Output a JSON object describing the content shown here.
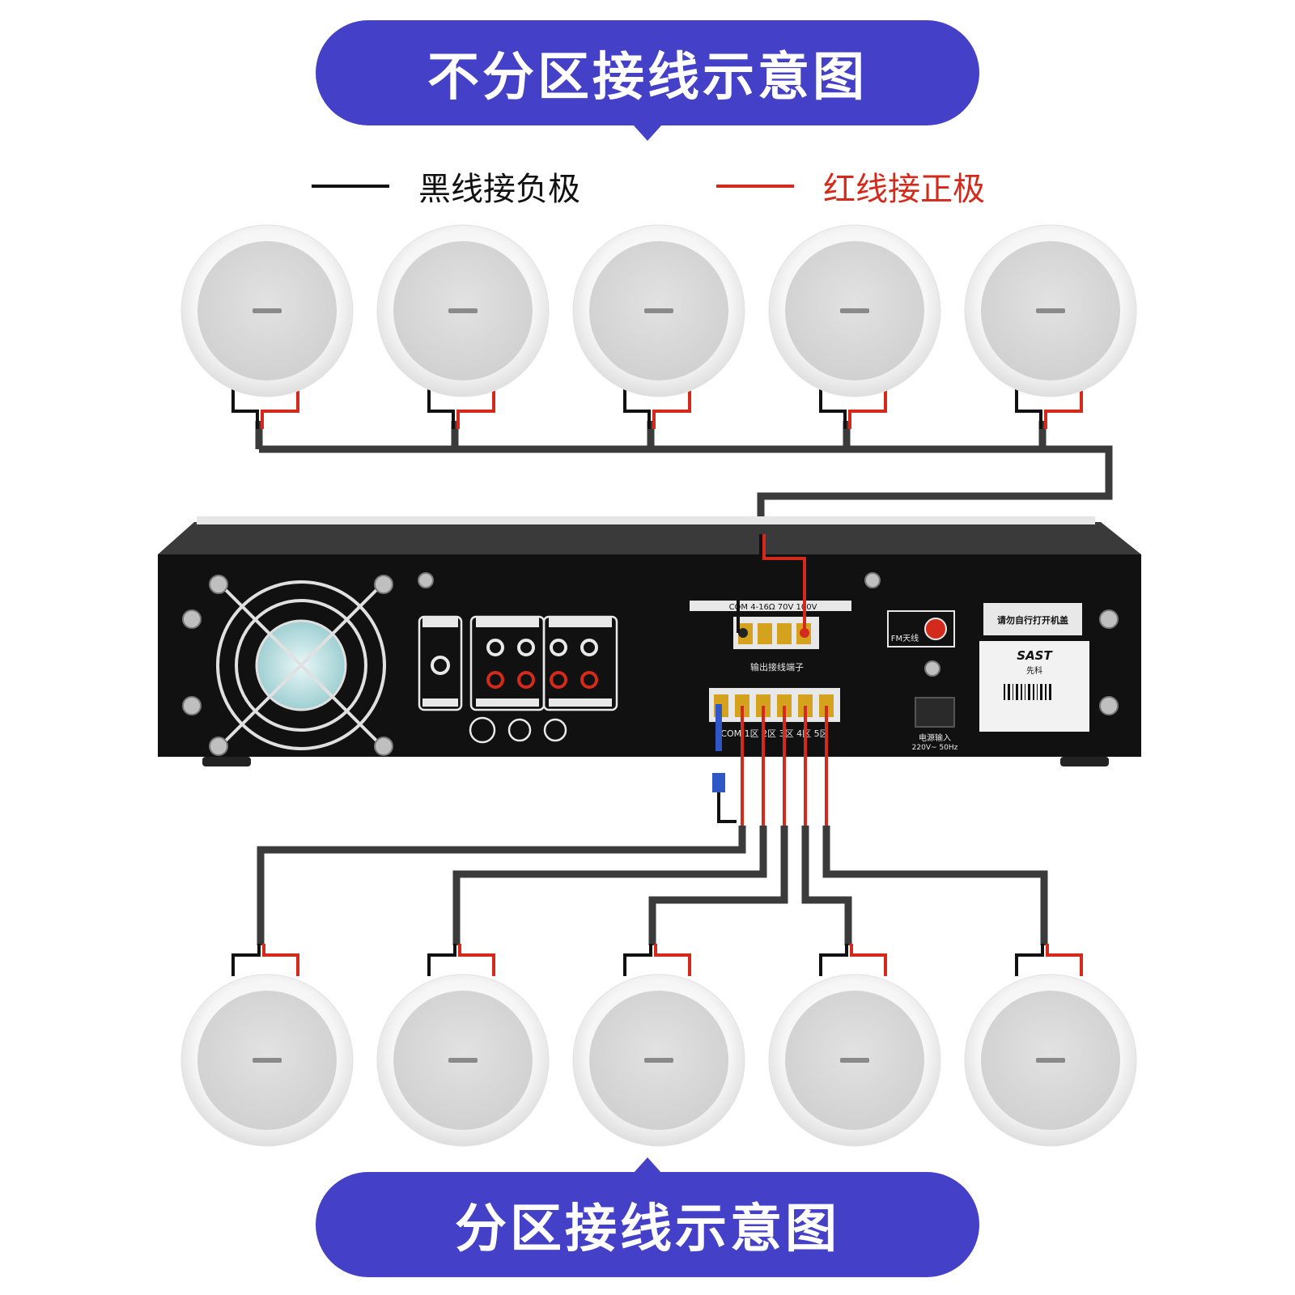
{
  "header": {
    "title": "不分区接线示意图"
  },
  "footer": {
    "title": "分区接线示意图"
  },
  "legend": {
    "black": {
      "label": "黑线接负极",
      "color": "#111111"
    },
    "red": {
      "label": "红线接正极",
      "color": "#d42a1c"
    }
  },
  "colors": {
    "banner": "#4441c8",
    "wire_black": "#111111",
    "wire_red": "#d42a1c",
    "cable": "#3b3b3b",
    "amp_body": "#111111",
    "terminal": "#d4a21c",
    "accent_blue": "#2f57c6"
  },
  "amplifier": {
    "brand": "SAST",
    "brand_cn": "先科",
    "panel_labels": {
      "output_spec": "COM 4-16Ω 70V 100V",
      "terminal_title": "输出接线端子",
      "zones_row": "COM 1区 2区 3区 4区 5区",
      "radio": "FM天线",
      "power_input": "电源输入",
      "power_spec": "220V~ 50Hz",
      "warning": "请勿自行打开机盖"
    }
  }
}
